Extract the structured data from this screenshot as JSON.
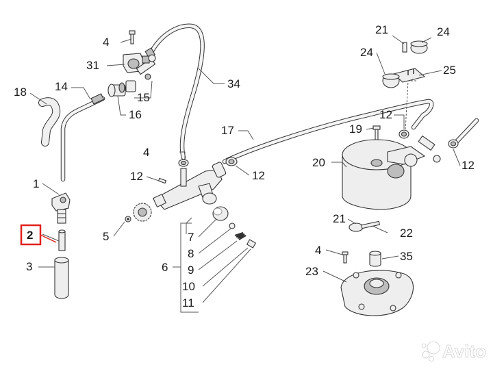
{
  "diagram": {
    "callouts": [
      {
        "id": "c18",
        "text": "18"
      },
      {
        "id": "c14",
        "text": "14"
      },
      {
        "id": "c4a",
        "text": "4"
      },
      {
        "id": "c31",
        "text": "31"
      },
      {
        "id": "c15",
        "text": "15"
      },
      {
        "id": "c16",
        "text": "16"
      },
      {
        "id": "c34",
        "text": "34"
      },
      {
        "id": "c21a",
        "text": "21"
      },
      {
        "id": "c24a",
        "text": "24"
      },
      {
        "id": "c24b",
        "text": "24"
      },
      {
        "id": "c25",
        "text": "25"
      },
      {
        "id": "c12a",
        "text": "12"
      },
      {
        "id": "c19",
        "text": "19"
      },
      {
        "id": "c17",
        "text": "17"
      },
      {
        "id": "c12b",
        "text": "12"
      },
      {
        "id": "c4b",
        "text": "4"
      },
      {
        "id": "c12c",
        "text": "12"
      },
      {
        "id": "c20",
        "text": "20"
      },
      {
        "id": "c12d",
        "text": "12"
      },
      {
        "id": "c1",
        "text": "1"
      },
      {
        "id": "c2",
        "text": "2"
      },
      {
        "id": "c5",
        "text": "5"
      },
      {
        "id": "c7",
        "text": "7"
      },
      {
        "id": "c8",
        "text": "8"
      },
      {
        "id": "c6",
        "text": "6"
      },
      {
        "id": "c9",
        "text": "9"
      },
      {
        "id": "c10",
        "text": "10"
      },
      {
        "id": "c11",
        "text": "11"
      },
      {
        "id": "c21b",
        "text": "21"
      },
      {
        "id": "c22",
        "text": "22"
      },
      {
        "id": "c4c",
        "text": "4"
      },
      {
        "id": "c35",
        "text": "35"
      },
      {
        "id": "c23",
        "text": "23"
      },
      {
        "id": "c3",
        "text": "3"
      }
    ],
    "highlighted_part": "2",
    "highlight_color": "#e0201c"
  },
  "watermark": {
    "text": "Avito",
    "icon": "avito-logo-icon"
  }
}
